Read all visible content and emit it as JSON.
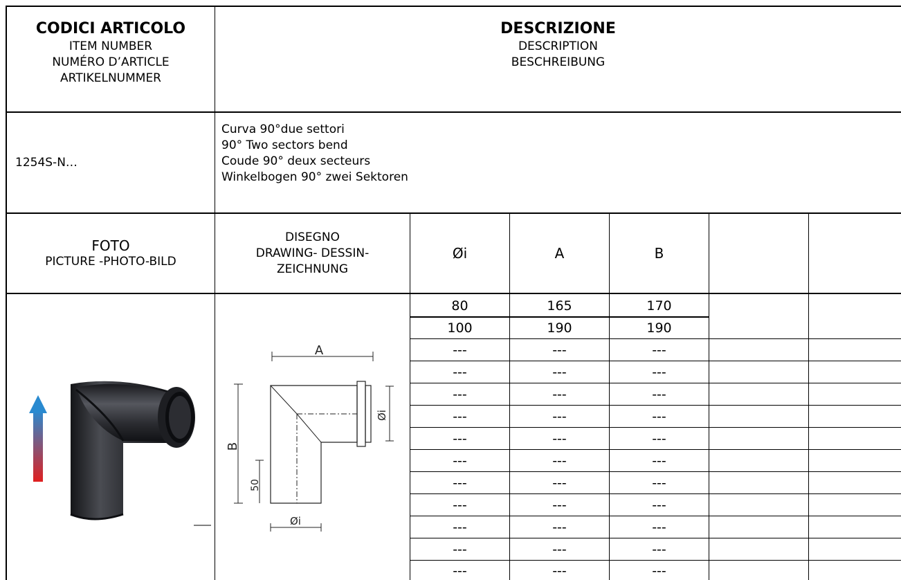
{
  "header": {
    "codes_title": "CODICI ARTICOLO",
    "codes_sub": [
      "ITEM NUMBER",
      "NUMÉRO D’ARTICLE",
      "ARTIKELNUMMER"
    ],
    "desc_title": "DESCRIZIONE",
    "desc_sub": [
      "DESCRIPTION",
      "BESCHREIBUNG"
    ]
  },
  "item": {
    "code": "1254S-N…",
    "description": [
      "Curva 90°due settori",
      "90° Two sectors bend",
      "Coude 90° deux secteurs",
      "Winkelbogen 90° zwei Sektoren"
    ]
  },
  "columns": {
    "foto_title": "FOTO",
    "foto_sub": "PICTURE -PHOTO-BILD",
    "drawing_title": "DISEGNO",
    "drawing_sub": [
      "DRAWING- DESSIN-",
      "ZEICHNUNG"
    ],
    "dim_headers": [
      "Øi",
      "A",
      "B",
      "",
      ""
    ]
  },
  "drawing_labels": {
    "a": "A",
    "b": "B",
    "fifty": "50",
    "di": "Øi"
  },
  "dimensions": [
    [
      "80",
      "165",
      "170"
    ],
    [
      "100",
      "190",
      "190"
    ],
    [
      "---",
      "---",
      "---"
    ],
    [
      "---",
      "---",
      "---"
    ],
    [
      "---",
      "---",
      "---"
    ],
    [
      "---",
      "---",
      "---"
    ],
    [
      "---",
      "---",
      "---"
    ],
    [
      "---",
      "---",
      "---"
    ],
    [
      "---",
      "---",
      "---"
    ],
    [
      "---",
      "---",
      "---"
    ],
    [
      "---",
      "---",
      "---"
    ],
    [
      "---",
      "---",
      "---"
    ],
    [
      "---",
      "---",
      "---"
    ]
  ],
  "colors": {
    "arrow_top": "#2a8ad0",
    "arrow_bottom": "#e02020",
    "pipe": "#2b2c30"
  }
}
